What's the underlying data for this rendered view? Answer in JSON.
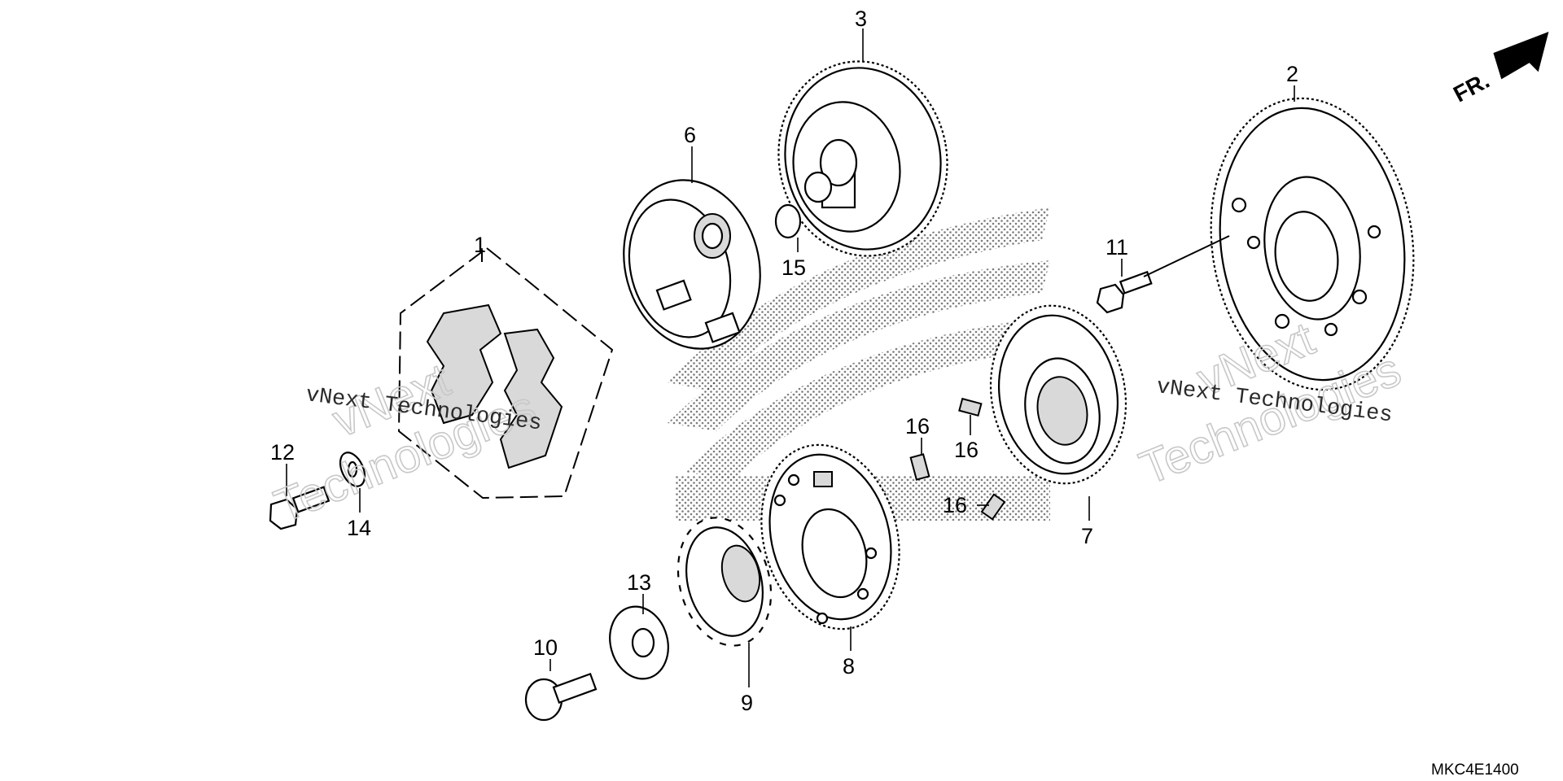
{
  "diagram": {
    "code": "MKC4E1400",
    "direction_marker": "FR.",
    "watermarks": {
      "mono_text": "vNext Technologies",
      "outline_text_1": "vNext",
      "outline_text_2": "Technologies"
    },
    "part_labels": [
      {
        "id": "p1",
        "text": "1"
      },
      {
        "id": "p2",
        "text": "2"
      },
      {
        "id": "p3",
        "text": "3"
      },
      {
        "id": "p6",
        "text": "6"
      },
      {
        "id": "p7",
        "text": "7"
      },
      {
        "id": "p8",
        "text": "8"
      },
      {
        "id": "p9",
        "text": "9"
      },
      {
        "id": "p10",
        "text": "10"
      },
      {
        "id": "p11",
        "text": "11"
      },
      {
        "id": "p12",
        "text": "12"
      },
      {
        "id": "p13",
        "text": "13"
      },
      {
        "id": "p14",
        "text": "14"
      },
      {
        "id": "p15",
        "text": "15"
      },
      {
        "id": "p16a",
        "text": "16"
      },
      {
        "id": "p16b",
        "text": "16"
      },
      {
        "id": "p16c",
        "text": "16"
      }
    ]
  }
}
